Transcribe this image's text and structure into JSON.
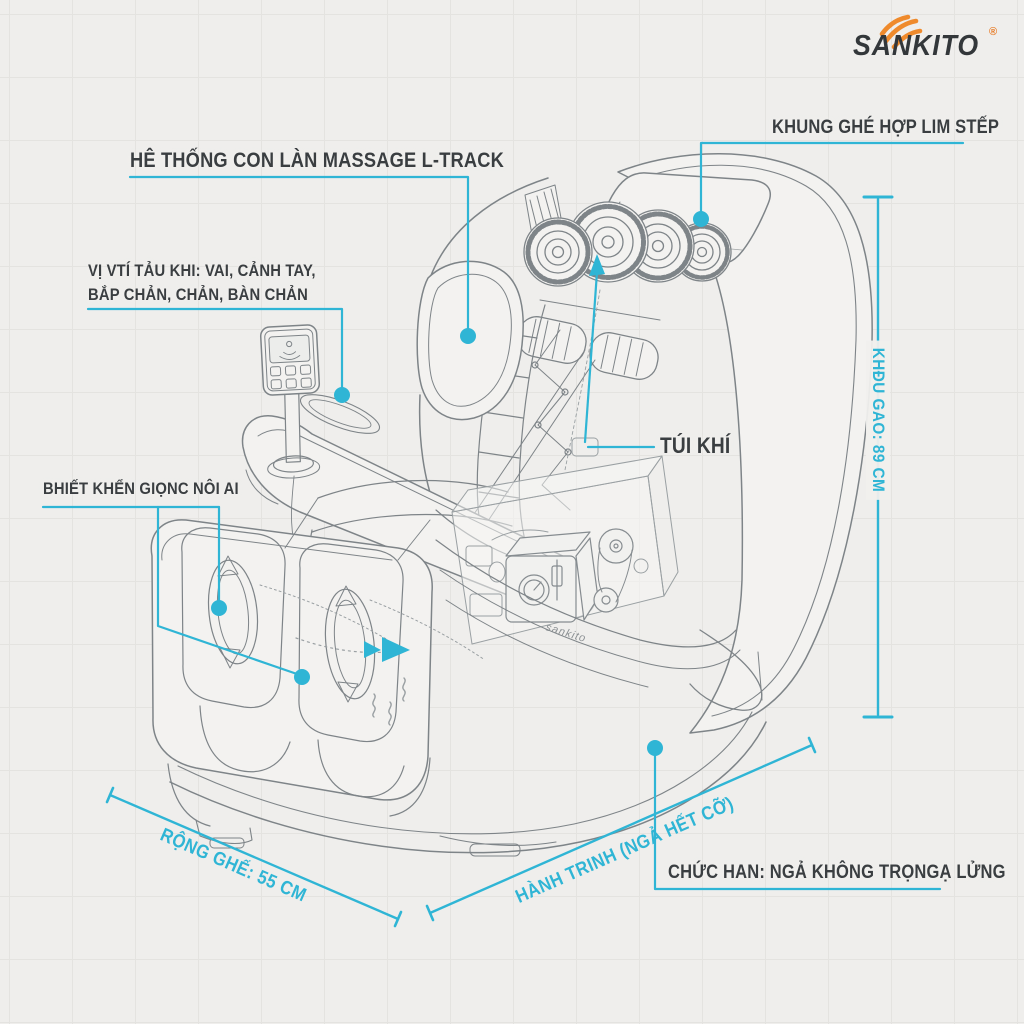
{
  "brand": {
    "name": "SANKITO",
    "registered": "®",
    "side_logo": "sankito"
  },
  "labels": {
    "roller_system": "HÊ THỐNG CON LÀN MASSAGE L-TRACK",
    "frame": "KHUNG GHÉ HỢP LIM STẾP",
    "airbag_positions_line1": "VỊ VTÍ TẢU KHI: VAI, CẢNH TAY,",
    "airbag_positions_line2": "BẮP CHẢN, CHẢN, BÀN CHẢN",
    "voice_control": "BHIẾT KHỂN GIỌNC NÔI AI",
    "airbag": "TÚI KHÍ",
    "zero_gravity": "CHỨC HAN: NGẢ KHÔNG TRỌNGẠ LỬNG"
  },
  "dimensions": {
    "height": "KHĐU GAO: 89 CM",
    "width": "RỘNG GHẾ: 55 CM",
    "travel": "HÀNH TRINH (NGẢ HẾT CỠ)"
  },
  "colors": {
    "accent_teal": "#2fb5d5",
    "label_text": "#3a3e41",
    "line_gray": "#7e8488",
    "logo_orange": "#ef8a2c",
    "background": "#efeeec"
  }
}
